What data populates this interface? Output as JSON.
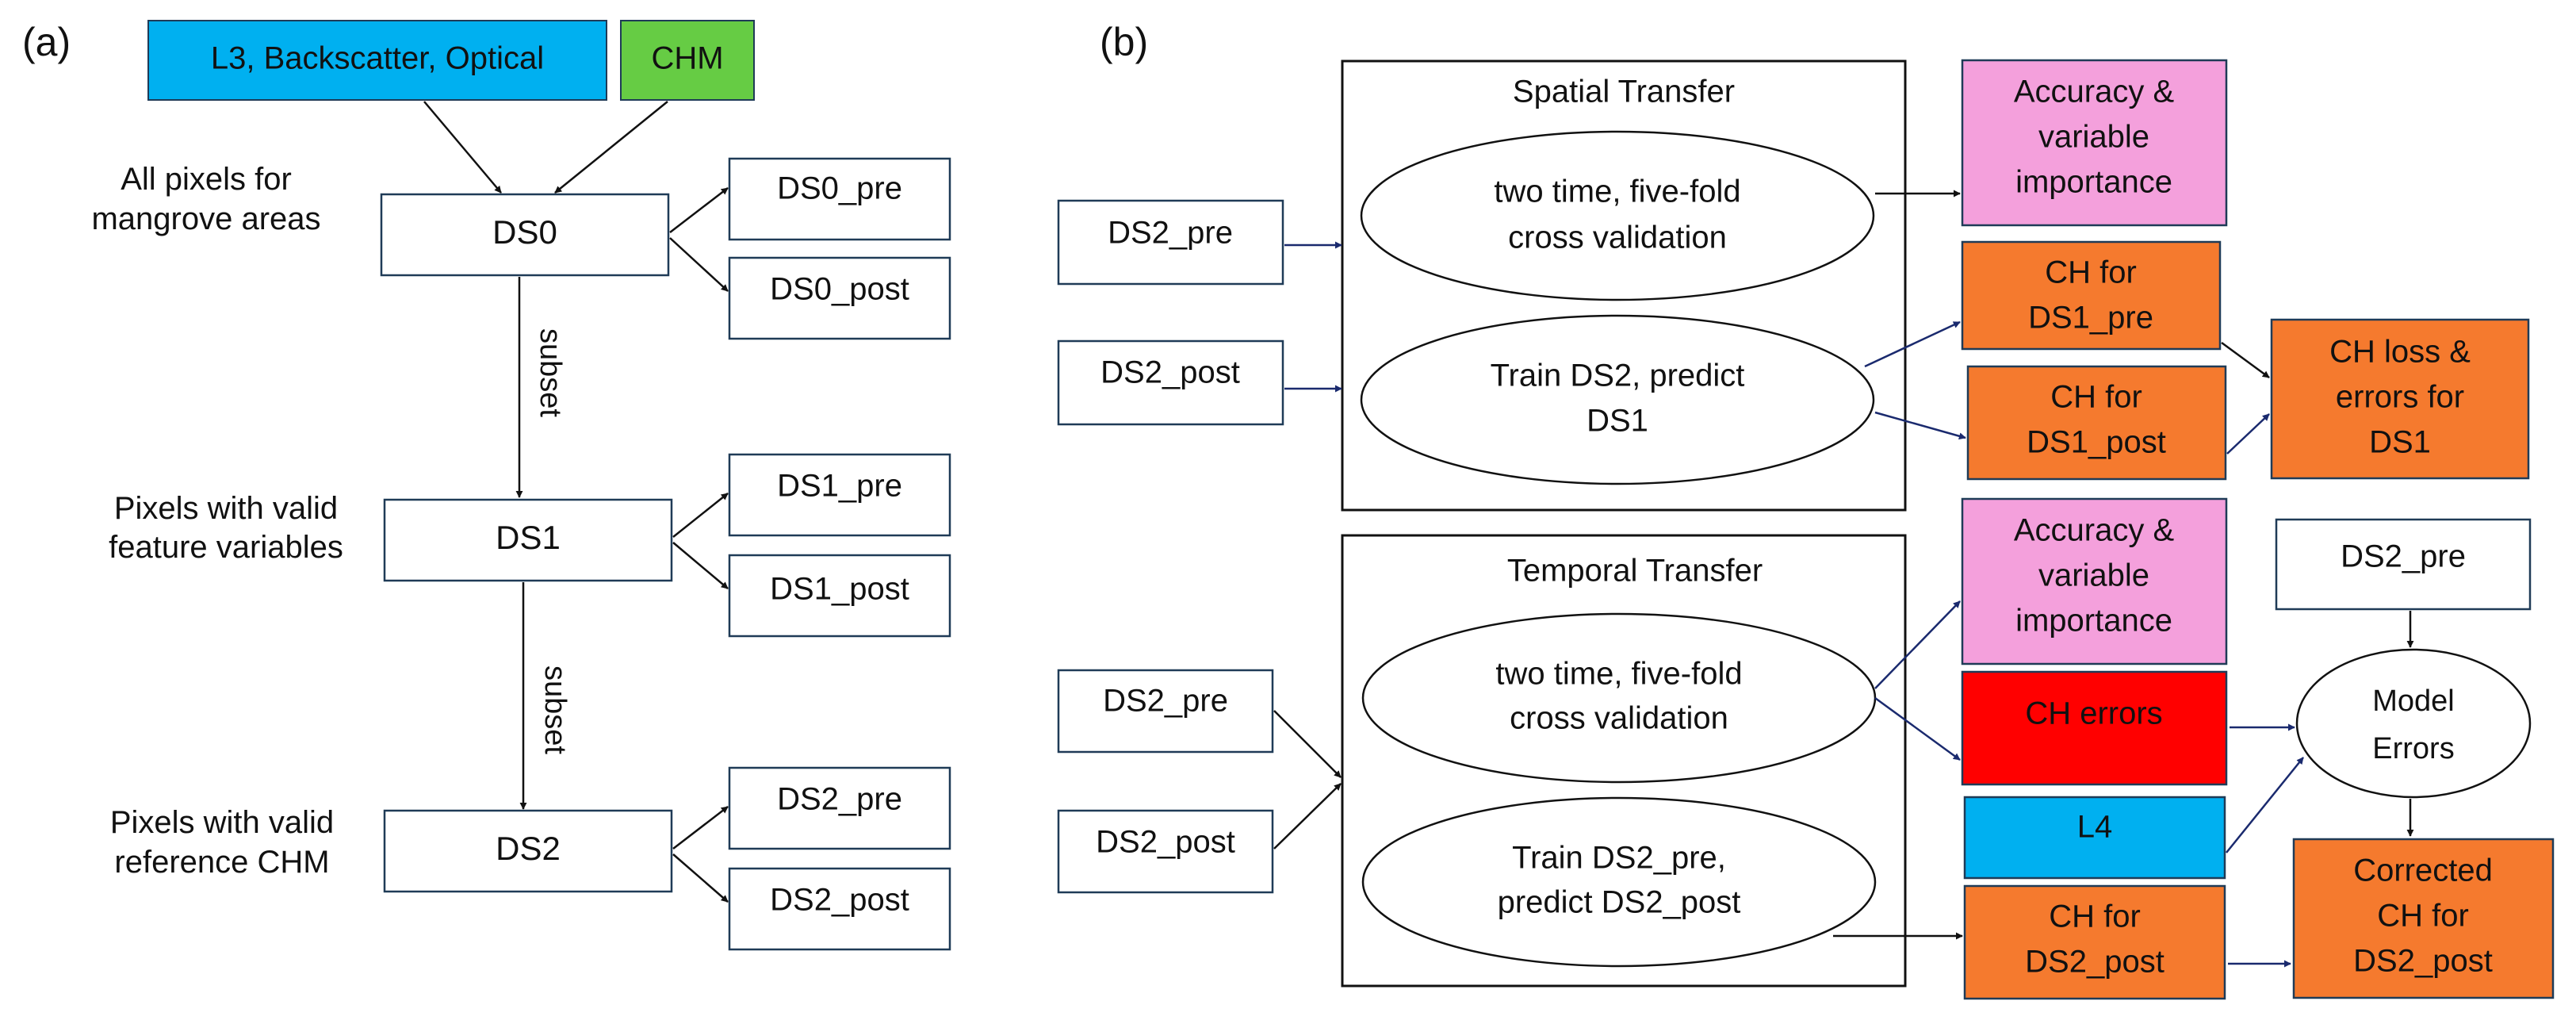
{
  "panel_a": {
    "label": "(a)",
    "sources": {
      "l3": "L3, Backscatter, Optical",
      "chm": "CHM"
    },
    "levels": [
      {
        "name": "DS0",
        "desc": [
          "All pixels for",
          "mangrove areas"
        ],
        "pre": "DS0_pre",
        "post": "DS0_post"
      },
      {
        "name": "DS1",
        "desc": [
          "Pixels with valid",
          "feature variables"
        ],
        "pre": "DS1_pre",
        "post": "DS1_post"
      },
      {
        "name": "DS2",
        "desc": [
          "Pixels with valid",
          "reference CHM"
        ],
        "pre": "DS2_pre",
        "post": "DS2_post"
      }
    ],
    "subset_label": "subset"
  },
  "panel_b": {
    "label": "(b)",
    "spatial": {
      "title": "Spatial Transfer",
      "in_pre": "DS2_pre",
      "in_post": "DS2_post",
      "cv": [
        "two time, five-fold",
        "cross validation"
      ],
      "train": [
        "Train DS2, predict",
        "DS1"
      ],
      "accuracy": [
        "Accuracy &",
        "variable",
        "importance"
      ],
      "ch_pre": [
        "CH for",
        "DS1_pre"
      ],
      "ch_post": [
        "CH for",
        "DS1_post"
      ],
      "loss": [
        "CH loss &",
        "errors for",
        "DS1"
      ]
    },
    "temporal": {
      "title": "Temporal Transfer",
      "in_pre": "DS2_pre",
      "in_post": "DS2_post",
      "cv": [
        "two time, five-fold",
        "cross validation"
      ],
      "train": [
        "Train DS2_pre,",
        "predict DS2_post"
      ],
      "accuracy": [
        "Accuracy &",
        "variable",
        "importance"
      ],
      "ch_errors": "CH errors",
      "l4": "L4",
      "ch_post": [
        "CH for",
        "DS2_post"
      ],
      "ds2_pre_box": "DS2_pre",
      "model_errors": [
        "Model",
        "Errors"
      ],
      "corrected": [
        "Corrected",
        "CH for",
        "DS2_post"
      ]
    }
  },
  "colors": {
    "blue": "#00b0f0",
    "green": "#66cc44",
    "pink": "#f4a0dc",
    "orange": "#f57a2e",
    "red": "#ff0000",
    "box_stroke": "#1f3b57",
    "arrow_dark": "#1a2a6e"
  }
}
